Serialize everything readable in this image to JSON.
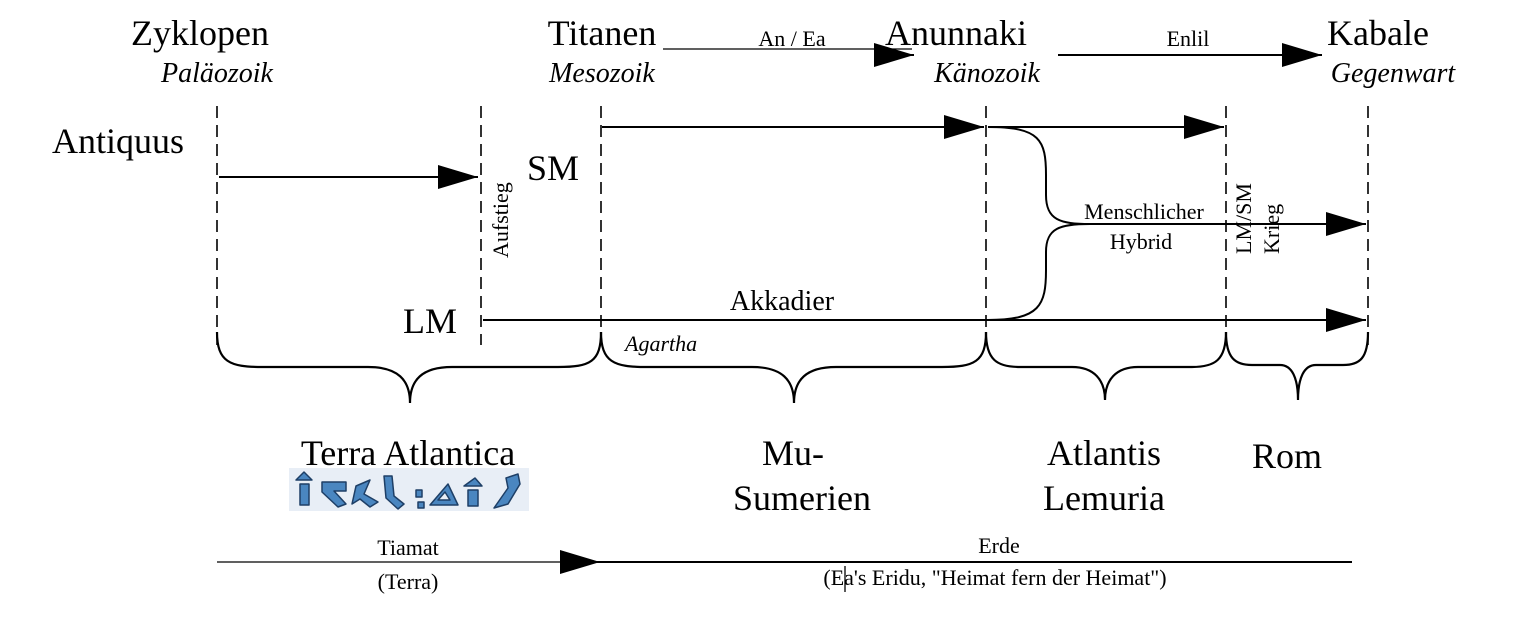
{
  "eras": {
    "zyklopen": "Zyklopen",
    "palaeozoik": "Paläozoik",
    "titanen": "Titanen",
    "mesozoik": "Mesozoik",
    "anunnaki": "Anunnaki",
    "kaenozoik": "Känozoik",
    "kabale": "Kabale",
    "gegenwart": "Gegenwart"
  },
  "transitions": {
    "an_ea": "An / Ea",
    "enlil": "Enlil"
  },
  "lineages": {
    "antiquus": "Antiquus",
    "sm": "SM",
    "lm": "LM",
    "aufstieg": "Aufstieg",
    "akkadier": "Akkadier",
    "agartha": "Agartha",
    "menschlicher": "Menschlicher",
    "hybrid": "Hybrid",
    "lm_sm": "LM/SM",
    "krieg": "Krieg"
  },
  "regions": {
    "terra_atlantica": "Terra Atlantica",
    "mu_line1": "Mu-",
    "mu_line2": "Sumerien",
    "atlantis": "Atlantis",
    "lemuria": "Lemuria",
    "rom": "Rom"
  },
  "planets": {
    "tiamat": "Tiamat",
    "terra": "(Terra)",
    "erde": "Erde",
    "eridu": "(Ea's Eridu, \"Heimat fern der Heimat\")"
  },
  "colors": {
    "ink": "#000000",
    "glyph_fill": "#4a86c0",
    "glyph_stroke": "#1e3f66",
    "glyph_bg": "#e8eef6"
  }
}
